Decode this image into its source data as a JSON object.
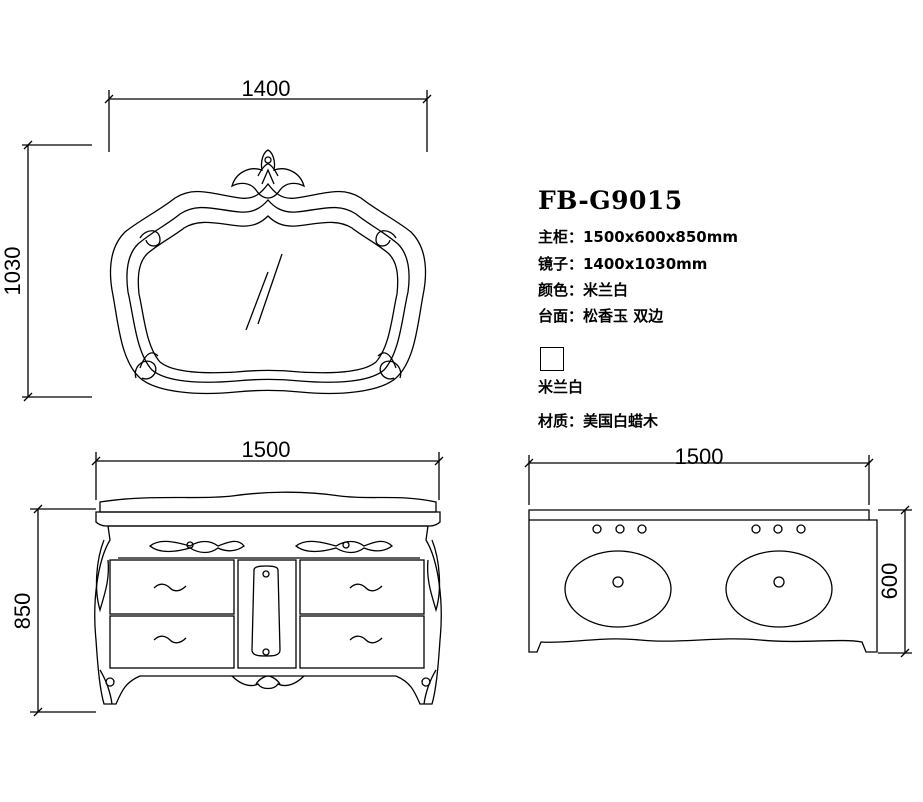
{
  "mirror": {
    "width_label": "1400",
    "height_label": "1030"
  },
  "cabinet_front": {
    "width_label": "1500",
    "height_label": "850"
  },
  "countertop_top": {
    "width_label": "1500",
    "depth_label": "600"
  },
  "specs": {
    "model": "FB-G9015",
    "main_cabinet": "主柜：1500x600x850mm",
    "mirror": "镜子：1400x1030mm",
    "color": "颜色：米兰白",
    "countertop": "台面：松香玉   双边"
  },
  "swatch": {
    "color": "#ffffff",
    "label": "米兰白"
  },
  "material": "材质：美国白蜡木"
}
